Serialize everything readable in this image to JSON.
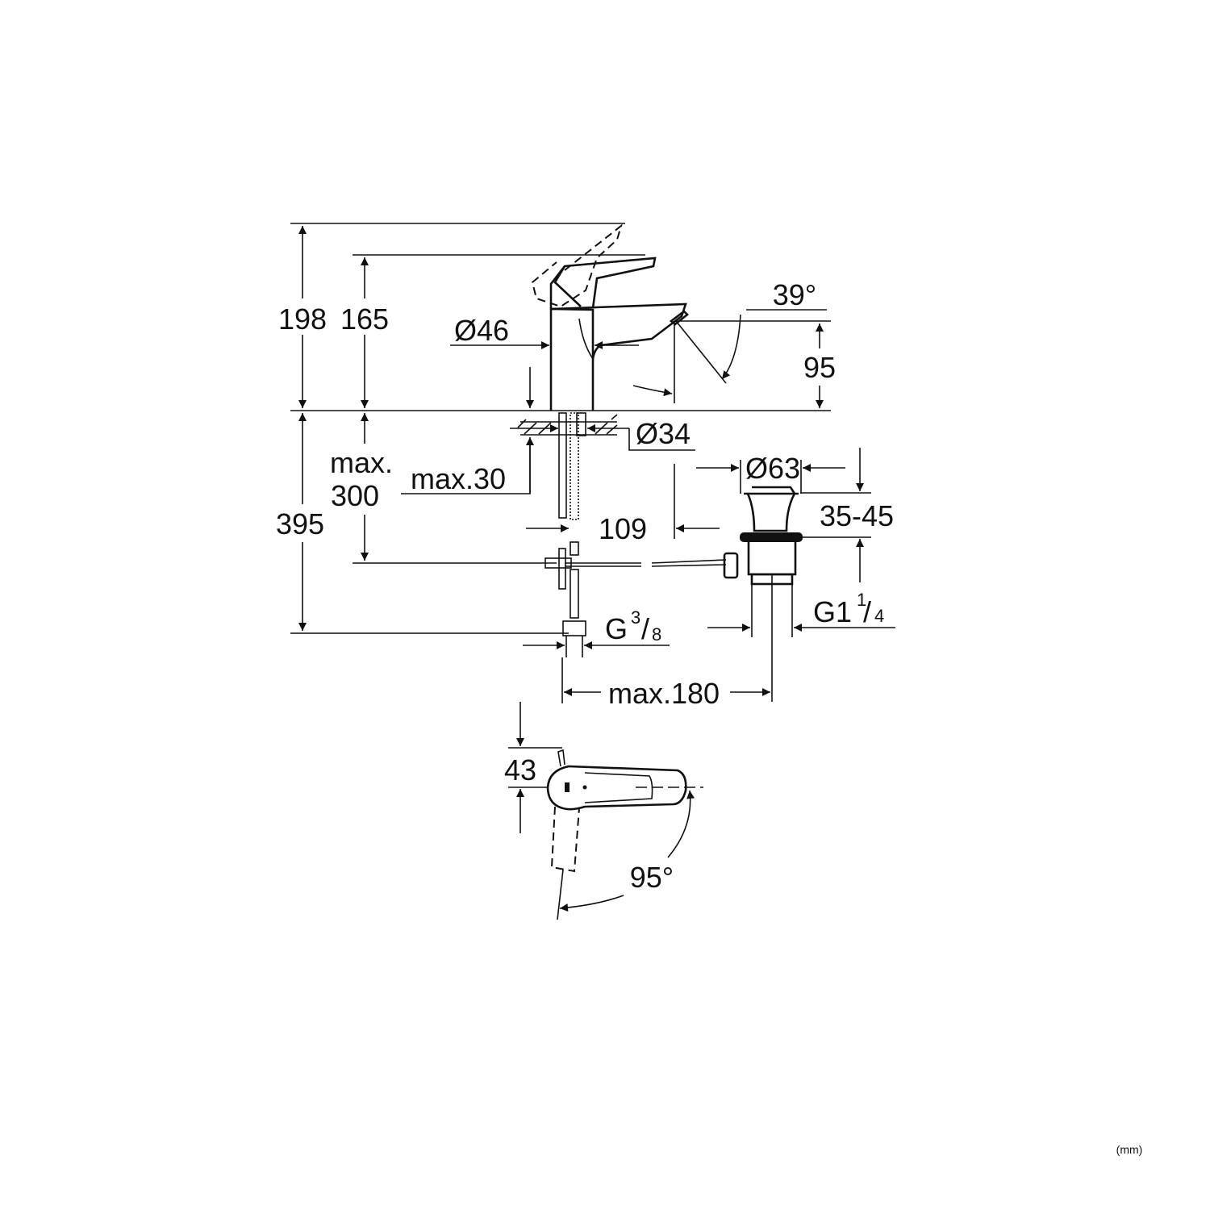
{
  "drawing": {
    "unit_label": "(mm)",
    "side_view": {
      "height_lever_open": "198",
      "height_lever_closed": "165",
      "body_diameter": "Ø46",
      "spout_angle": "39°",
      "spout_height": "95",
      "hole_diameter": "Ø34",
      "max_deck_label_1": "max.",
      "max_deck_label_2": "300",
      "max_deck_thickness": "max.30",
      "below_deck_height": "395",
      "spout_to_drain": "109",
      "supply_thread_g": "G",
      "supply_thread_num": "3",
      "supply_thread_den": "8",
      "drain_diameter": "Ø63",
      "drain_range": "35-45",
      "drain_thread_g": "G1",
      "drain_thread_num": "1",
      "drain_thread_den": "4",
      "max_drain_distance": "max.180"
    },
    "top_view": {
      "lever_offset": "43",
      "rotation_angle": "95°"
    }
  }
}
